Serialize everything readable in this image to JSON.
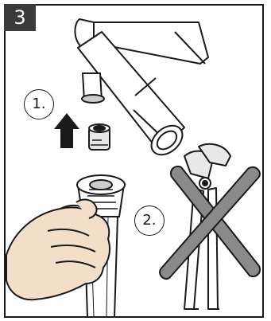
{
  "step": {
    "number": "3"
  },
  "callouts": {
    "first": "1.",
    "second": "2."
  },
  "icons": {
    "up_arrow": "up-arrow-icon",
    "prohibited_tool": "cross-icon"
  },
  "colors": {
    "badge_bg": "#3a3a3a",
    "line": "#1a1a1a",
    "cross": "#8a8a8a",
    "skin": "#f3dfc9"
  }
}
